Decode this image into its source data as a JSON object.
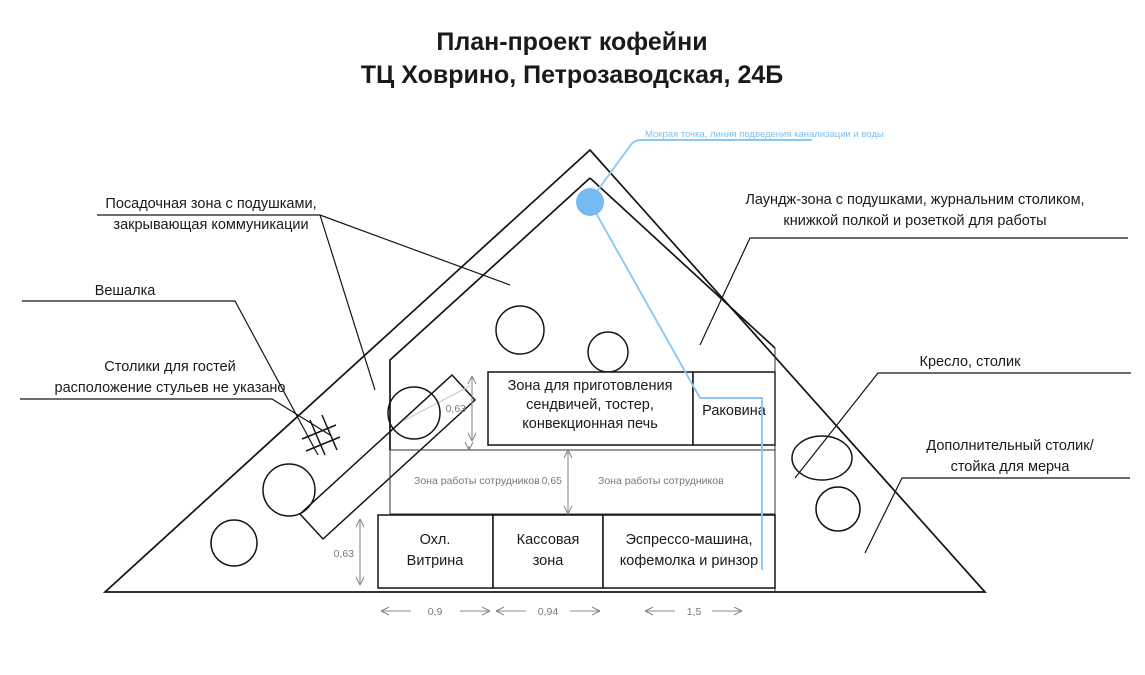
{
  "title": {
    "line1": "План-проект кофейни",
    "line2": "ТЦ Ховрино, Петрозаводская, 24Б"
  },
  "annotations": {
    "wet_point": "Мокрая точка, линия подведения канализации и воды",
    "seating_cushions_l1": "Посадочная зона с подушками,",
    "seating_cushions_l2": "закрывающая коммуникации",
    "hanger": "Вешалка",
    "guest_tables_l1": "Столики для гостей",
    "guest_tables_l2": "расположение стульев не указано",
    "lounge_l1": "Лаундж-зона с подушками, журнальним столиком,",
    "lounge_l2": "книжкой полкой и розеткой для работы",
    "armchair": "Кресло, столик",
    "extra_table_l1": "Дополнительный столик/",
    "extra_table_l2": "стойка для мерча"
  },
  "rooms": {
    "sandwich_l1": "Зона для приготовления",
    "sandwich_l2": "сендвичей, тостер,",
    "sandwich_l3": "конвекционная печь",
    "sink": "Раковина",
    "fridge_l1": "Охл.",
    "fridge_l2": "Витрина",
    "cashier_l1": "Кассовая",
    "cashier_l2": "зона",
    "espresso_l1": "Эспрессо-машина,",
    "espresso_l2": "кофемолка и ринзор"
  },
  "zones": {
    "staff_left": "Зона работы сотрудников",
    "staff_right": "Зона работы сотрудников"
  },
  "dimensions": {
    "depth_top": "0,63",
    "gap_mid": "0,65",
    "depth_bottom": "0,63",
    "width_fridge": "0,9",
    "width_cashier": "0,94",
    "width_espresso": "1,5"
  },
  "colors": {
    "wall": "#141414",
    "text": "#1a1a1a",
    "dim": "#8a8a8a",
    "zone": "#777777",
    "water_blue": "#8CC8F5",
    "wet_dot": "#75BBF2"
  }
}
